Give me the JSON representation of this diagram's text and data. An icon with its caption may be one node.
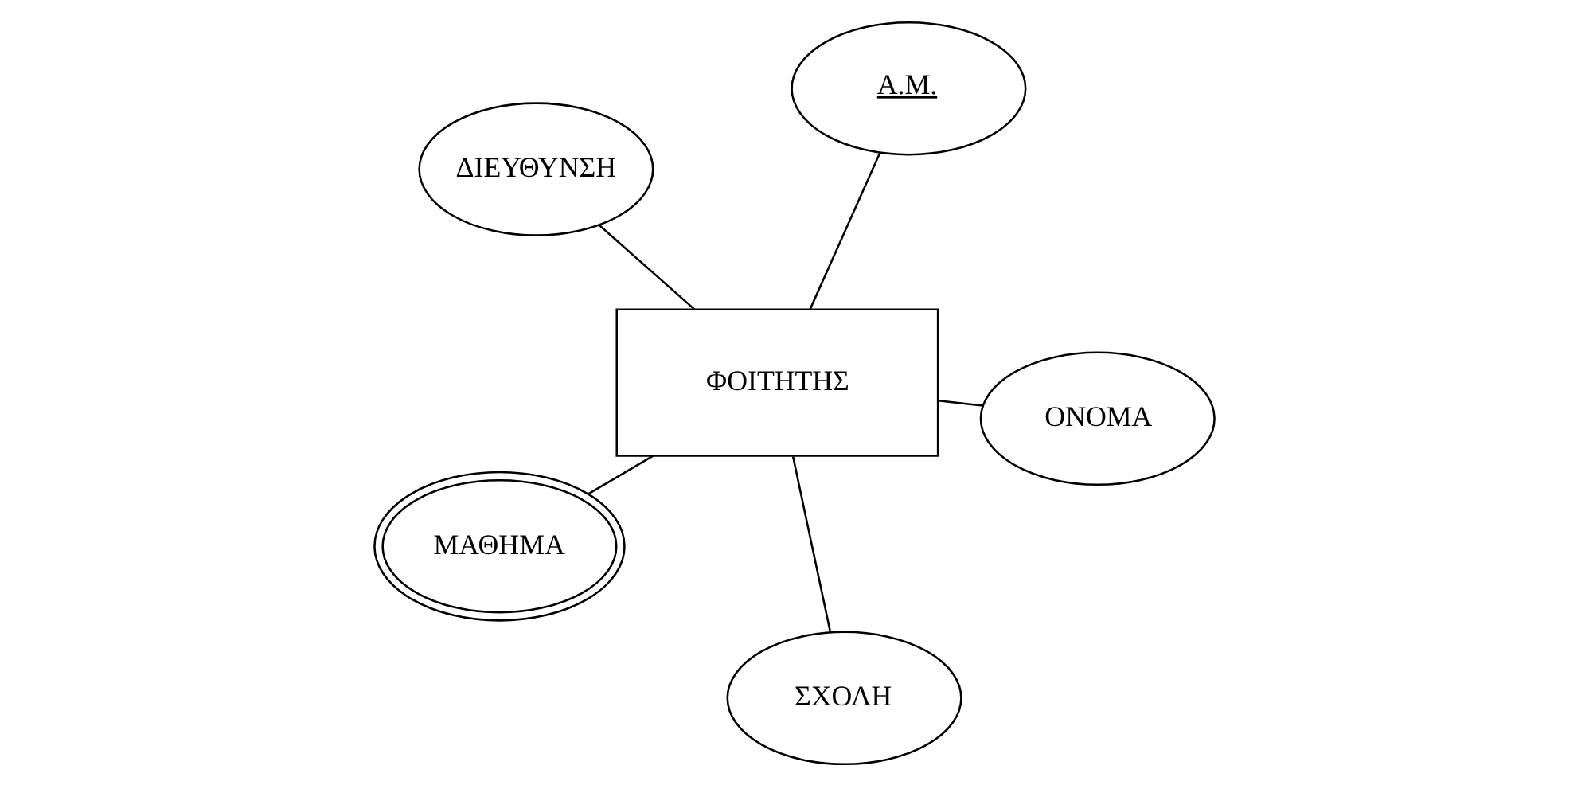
{
  "diagram": {
    "nodes": [
      {
        "text": [
          "ΔΙΕΥΘΥΝΣΗ"
        ]
      },
      {
        "text": [
          "ΟΝΟΜΑ"
        ]
      },
      {
        "text": [
          "ΣΧΟΛΗ"
        ]
      },
      {
        "text": [
          "ΦΟΙΤΗΤΗΣ"
        ]
      },
      {
        "text": [
          "Α.Μ."
        ]
      },
      {
        "text": [
          "ΜΑΘΗΜΑ"
        ]
      }
    ],
    "edges": [
      {
        "from": 3,
        "to": 1,
        "arrow": "none"
      },
      {
        "from": 3,
        "to": 0,
        "arrow": "none"
      },
      {
        "from": 3,
        "to": 2,
        "arrow": "none"
      },
      {
        "from": 3,
        "to": 4,
        "arrow": "none"
      },
      {
        "from": 3,
        "to": 5,
        "arrow": "none"
      }
    ]
  }
}
